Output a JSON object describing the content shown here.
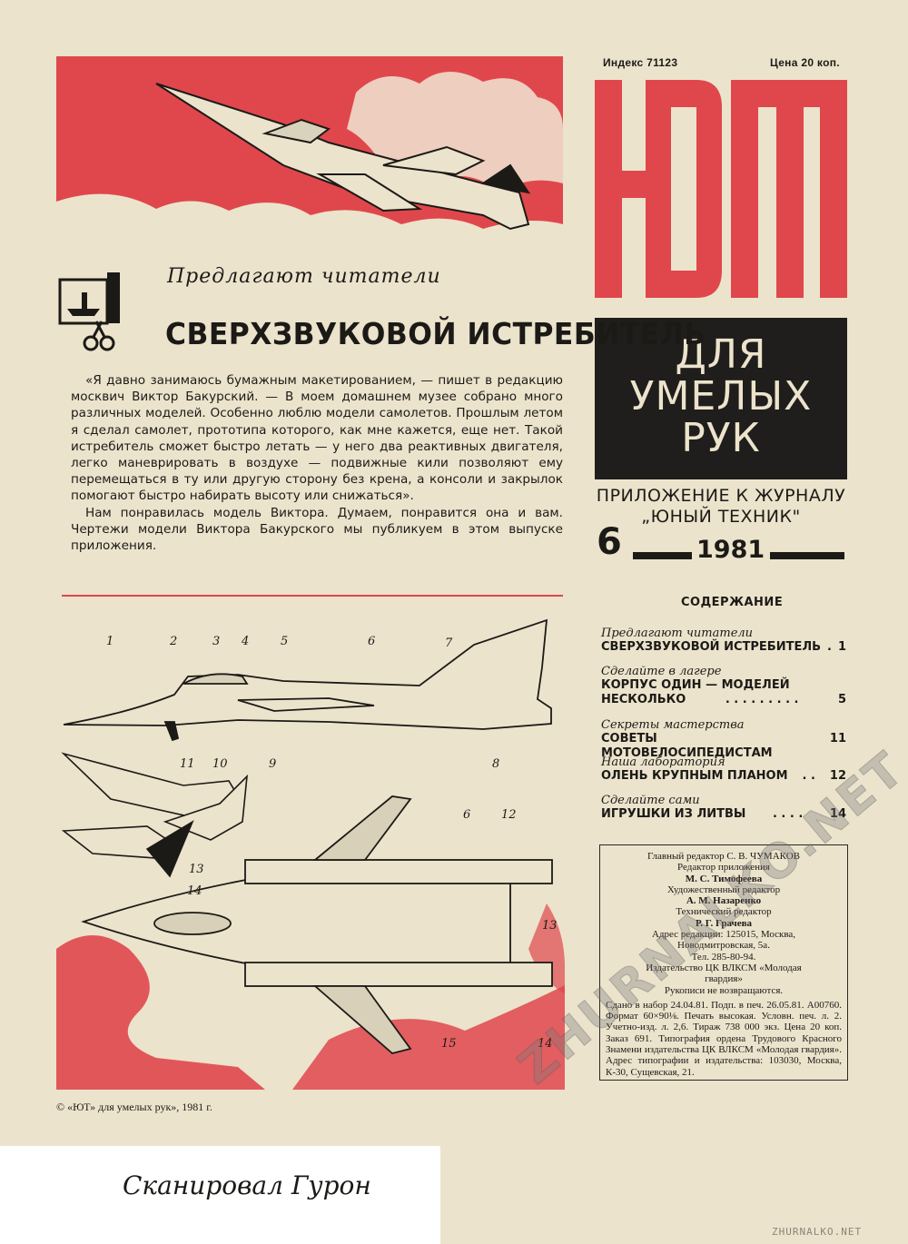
{
  "header": {
    "index": "Индекс 71123",
    "price": "Цена 20 коп."
  },
  "logo": {
    "text": "ЮТ",
    "color": "#e0474c"
  },
  "panel": {
    "lines": [
      "ДЛЯ",
      "УМЕЛЫХ",
      "РУК"
    ]
  },
  "supplement": {
    "line1": "ПРИЛОЖЕНИЕ К ЖУРНАЛУ",
    "line2": "„ЮНЫЙ ТЕХНИК\""
  },
  "issue": {
    "number": "6",
    "year": "1981"
  },
  "contents": {
    "title": "СОДЕРЖАНИЕ",
    "items": [
      {
        "section": "Предлагают читатели",
        "title": "СВЕРХЗВУКОВОЙ ИСТРЕБИТЕЛЬ",
        "dots": " .",
        "page": "1"
      },
      {
        "section": "Сделайте в лагере",
        "title": "КОРПУС ОДИН — МОДЕЛЕЙ",
        "title2": "НЕСКОЛЬКО",
        "dots": ". . . . . . . . .",
        "page": "5"
      },
      {
        "section": "Секреты мастерства",
        "title": "СОВЕТЫ МОТОВЕЛОСИПЕДИСТАМ",
        "dots": "",
        "page": "11"
      },
      {
        "section": "Наша лаборатория",
        "title": "ОЛЕНЬ  КРУПНЫМ  ПЛАНОМ",
        "dots": ". .",
        "page": "12"
      },
      {
        "section": "Сделайте сами",
        "title": "ИГРУШКИ  ИЗ  ЛИТВЫ",
        "dots": ". . . .",
        "page": "14"
      }
    ]
  },
  "staff": {
    "lines": [
      "Главный редактор  С.  В.  ЧУМАКОВ",
      "Редактор приложения",
      "М. С. Тимофеева",
      "Художественный редактор",
      "А. М. Назаренко",
      "Технический редактор",
      "Р. Г. Грачева",
      "Адрес редакции: 125015, Москва,",
      "Новодмитровская, 5а.",
      "Тел. 285-80-94.",
      "Издательство  ЦК  ВЛКСМ  «Молодая",
      "гвардия»",
      "Рукописи не возвращаются."
    ],
    "imprint": "Сдано в набор 24.04.81. Подп. в печ. 26.05.81. А00760. Формат 60×90⅛. Печать высокая. Условн. печ. л. 2. Учетно-изд. л. 2,6. Тираж 738 000 экз. Цена 20 коп. Заказ 691. Типография ордена Трудового Красного Знамени издательства ЦК ВЛКСМ «Молодая гвардия». Адрес типографии и издательства: 103030, Москва, К-30, Сущевская, 21."
  },
  "article": {
    "rubric": "Предлагают читатели",
    "headline": "СВЕРХЗВУКОВОЙ ИСТРЕБИТЕЛЬ",
    "paragraphs": [
      "«Я давно занимаюсь бумажным макетированием, — пишет в редакцию москвич Виктор Бакурский. — В моем домашнем музее собрано много различных моделей. Особенно люблю модели самолетов. Прошлым летом я сделал самолет, прототипа которого, как мне кажется, еще нет. Такой истребитель сможет быстро летать — у него два реактивных двигателя, легко маневрировать в воздухе — подвижные кили позволяют ему перемещаться в ту или другую сторону без крена, а консоли и закрылок помогают быстро набирать высоту или снижаться».",
      "Нам понравилась модель Виктора. Думаем, понравится она и вам. Чертежи модели Виктора Бакурского мы публикуем в этом выпуске приложения."
    ]
  },
  "drawing": {
    "labels": [
      "1",
      "2",
      "3",
      "4",
      "5",
      "6",
      "7",
      "8",
      "9",
      "10",
      "11",
      "6",
      "12",
      "13",
      "13",
      "14",
      "15",
      "14"
    ]
  },
  "copyright": "©  «ЮТ» для умелых рук», 1981 г.",
  "scan_credit": "Сканировал Гурон",
  "watermark": "ZHURNALKO.NET",
  "site": "ZHURNALKO.NET",
  "colors": {
    "red": "#e0474c",
    "paper": "#ece3cc",
    "ink": "#1c1a17"
  }
}
